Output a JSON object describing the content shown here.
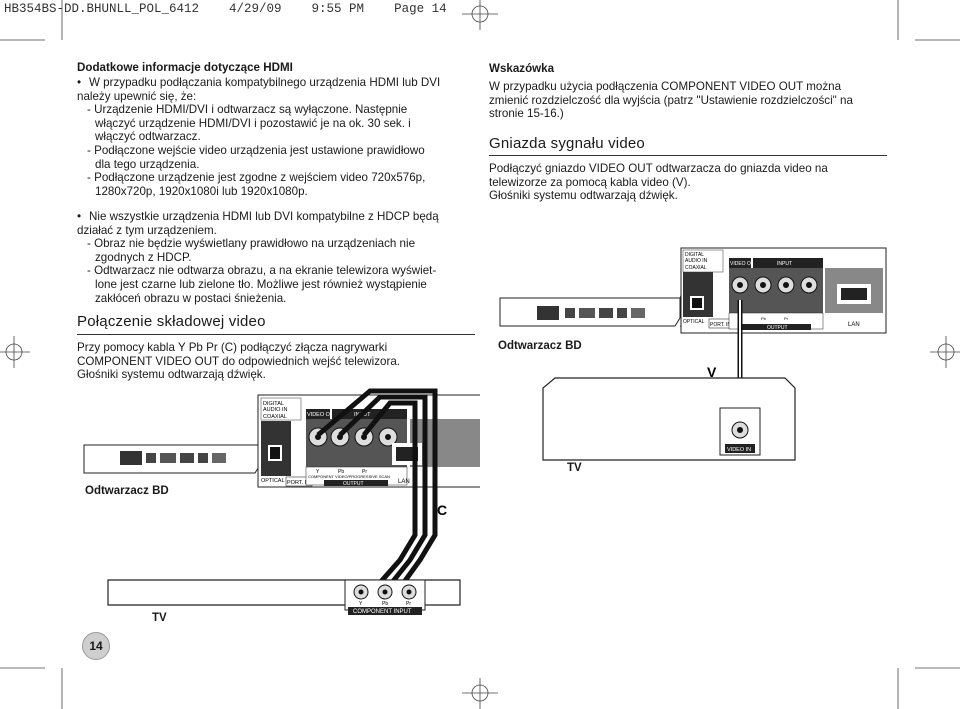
{
  "header": "HB354BS-DD.BHUNLL_POL_6412    4/29/09    9:55 PM    Page 14",
  "left": {
    "hdmi_title": "Dodatkowe informacje dotyczące HDMI",
    "bullet1": {
      "lines": [
        "W przypadku podłączania kompatybilnego urządzenia HDMI lub DVI",
        "należy upewnić się, że:"
      ],
      "subs": [
        [
          "- Urządzenie HDMI/DVI i odtwarzacz są wyłączone. Następnie",
          "  włączyć urządzenie HDMI/DVI i pozostawić je na ok. 30 sek. i",
          "  włączyć odtwarzacz."
        ],
        [
          "- Podłączone wejście video urządzenia jest ustawione prawidłowo",
          "  dla tego urządzenia."
        ],
        [
          "- Podłączone urządzenie jest zgodne z wejściem video 720x576p,",
          "  1280x720p, 1920x1080i lub 1920x1080p."
        ]
      ]
    },
    "bullet2": {
      "lines": [
        "Nie wszystkie urządzenia HDMI lub DVI kompatybilne z HDCP będą",
        "działać z tym urządzeniem."
      ],
      "subs": [
        [
          "- Obraz nie będzie wyświetlany prawidłowo na urządzeniach nie",
          "  zgodnych z HDCP."
        ],
        [
          "- Odtwarzacz nie odtwarza obrazu, a na ekranie telewizora wyświet-",
          "  lone jest czarne lub zielone tło. Możliwe jest również wystąpienie",
          "  zakłóceń obrazu w postaci śnieżenia."
        ]
      ]
    },
    "component_title": "Połączenie składowej video",
    "component_text": [
      "Przy pomocy kabla Y Pb Pr (C) podłączyć złącza nagrywarki",
      "COMPONENT VIDEO OUT do odpowiednich wejść telewizora.",
      "Głośniki systemu odtwarzają dźwięk."
    ]
  },
  "right": {
    "tip_title": "Wskazówka",
    "tip_text": [
      "W przypadku użycia podłączenia COMPONENT VIDEO OUT można",
      "zmienić rozdzielczość dla wyjścia (patrz \"Ustawienie rozdzielczości\" na",
      "stronie 15-16.)"
    ],
    "video_title": "Gniazda sygnału video",
    "video_text": [
      "Podłączyć gniazdo VIDEO OUT odtwarzacza do gniazda video na",
      "telewizorze za pomocą kabla video (V).",
      "Głośniki systemu odtwarzają dźwięk."
    ]
  },
  "diagram_labels": {
    "player_top": "Odtwarzacz BD",
    "player_bottom": "Odtwarzacz BD",
    "tv_top": "TV",
    "tv_bottom": "TV",
    "cable_v": "V",
    "cable_c": "C",
    "digital_audio_in": "DIGITAL\nAUDIO IN",
    "coaxial": "COAXIAL",
    "video_out": "VIDEO OUT",
    "input": "INPUT",
    "optical": "OPTICAL",
    "port_in": "PORT. IN",
    "component_scan": "COMPONENT VIDEO/PROGRESSIVE SCAN",
    "output": "OUTPUT",
    "lan": "LAN",
    "video_in": "VIDEO IN",
    "component_input": "COMPONENT INPUT",
    "y": "Y",
    "pb": "Pb",
    "pr": "Pr"
  },
  "page_number": "14"
}
